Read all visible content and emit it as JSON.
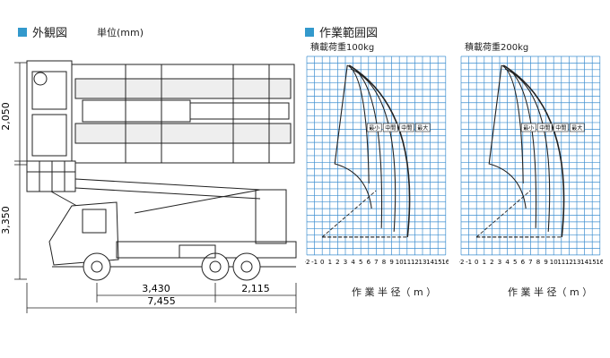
{
  "exterior": {
    "heading": "外観図",
    "unit": "単位(mm)",
    "dims": {
      "width": "2,050",
      "height": "3,350",
      "front": "3,430",
      "rear": "2,115",
      "length": "7,455"
    }
  },
  "range": {
    "heading": "作業範囲図",
    "xaxis_label": "作 業 半 径（ m ）",
    "ticks": [
      "-2",
      "-1",
      "0",
      "1",
      "2",
      "3",
      "4",
      "5",
      "6",
      "7",
      "8",
      "9",
      "10",
      "11",
      "12",
      "13",
      "14",
      "15",
      "16"
    ],
    "panels": [
      {
        "title": "積載荷重100kg",
        "labels": [
          "最小",
          "中間",
          "中間",
          "最大"
        ]
      },
      {
        "title": "積載荷重200kg",
        "labels": [
          "最小",
          "中間",
          "中間",
          "最大"
        ]
      }
    ]
  },
  "colors": {
    "grid": "#3f8fd0",
    "accent": "#3399cc",
    "line": "#222222"
  }
}
